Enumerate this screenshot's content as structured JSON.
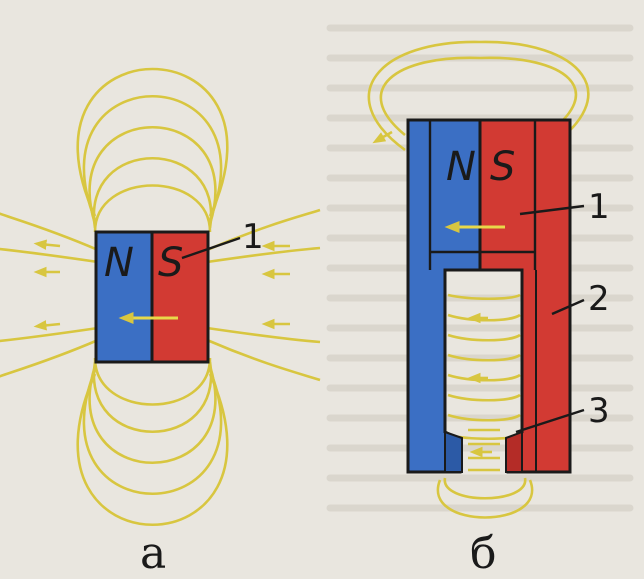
{
  "colors": {
    "north": "#3b6fc4",
    "south": "#d23a33",
    "field_lines": "#d8c640",
    "arrow": "#e8d84a",
    "background": "#e9e6df"
  },
  "figure_a": {
    "north_label": "N",
    "south_label": "S",
    "callout_1": "1",
    "caption": "а"
  },
  "figure_b": {
    "north_label": "N",
    "south_label": "S",
    "callout_1": "1",
    "callout_2": "2",
    "callout_3": "3",
    "caption": "б"
  }
}
